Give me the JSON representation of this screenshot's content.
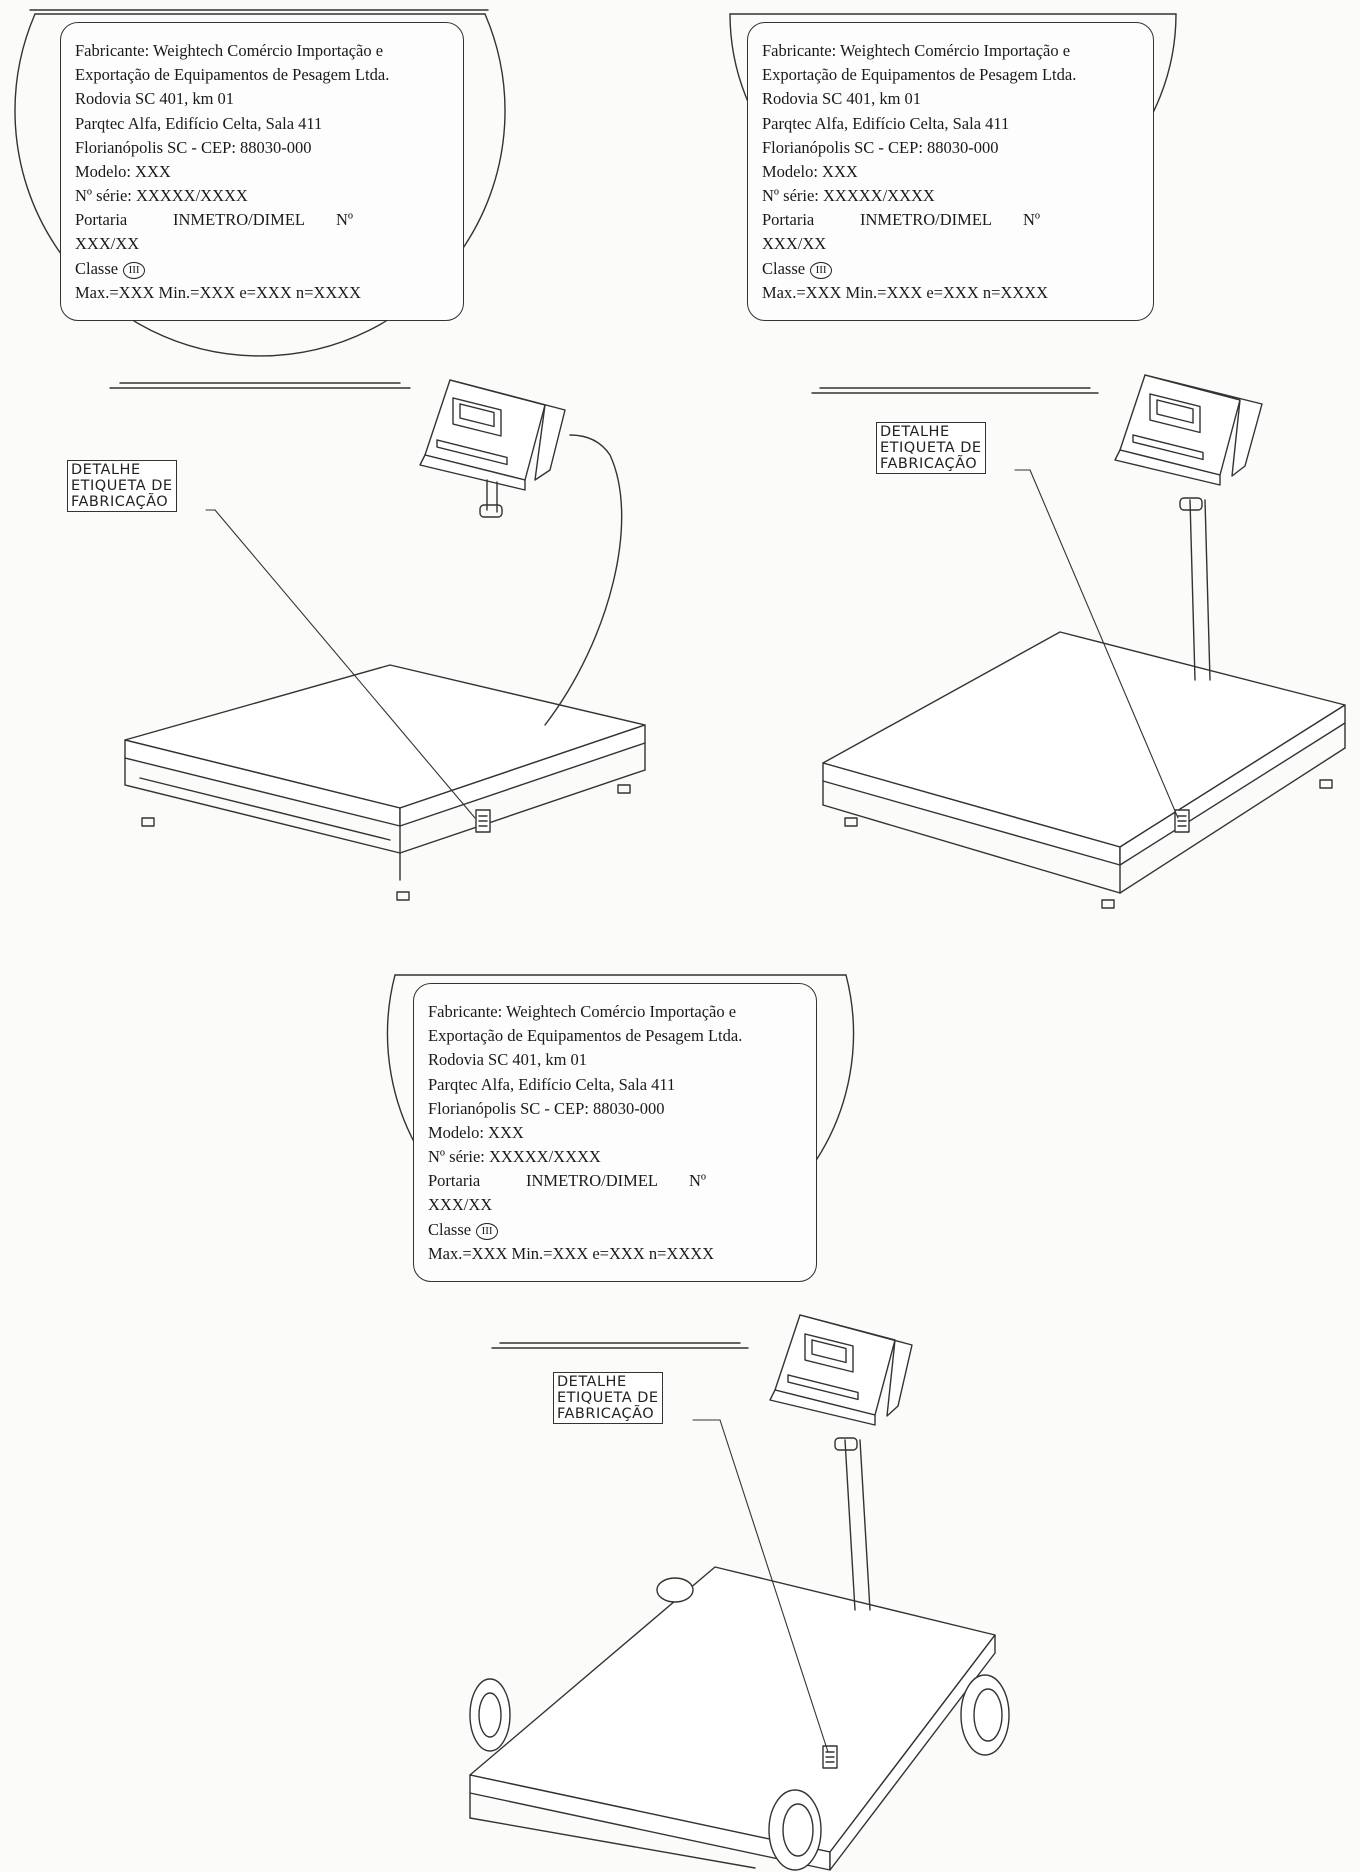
{
  "label": {
    "manufacturer_line1": "Fabricante: Weightech Comércio Importação e",
    "manufacturer_line2": "Exportação de Equipamentos de Pesagem Ltda.",
    "address1": "Rodovia SC 401, km 01",
    "address2": "Parqtec Alfa, Edifício Celta, Sala 411",
    "address3": "Florianópolis SC - CEP: 88030-000",
    "model": "Modelo: XXX",
    "serial": "Nº série: XXXXX/XXXX",
    "portaria": "Portaria",
    "portaria_authority": "INMETRO/DIMEL",
    "portaria_number_sign": "Nº",
    "portaria_number": "XXX/XX",
    "classe": "Classe",
    "classe_symbol": "III",
    "capacity": "Max.=XXX  Min.=XXX  e=XXX  n=XXXX"
  },
  "callout": {
    "line1": "DETALHE",
    "line2": "ETIQUETA DE",
    "line3": "FABRICAÇÃO"
  },
  "colors": {
    "line": "#333333",
    "paper": "#fbfbfa"
  },
  "icons": [
    "class-iii-symbol-icon"
  ]
}
